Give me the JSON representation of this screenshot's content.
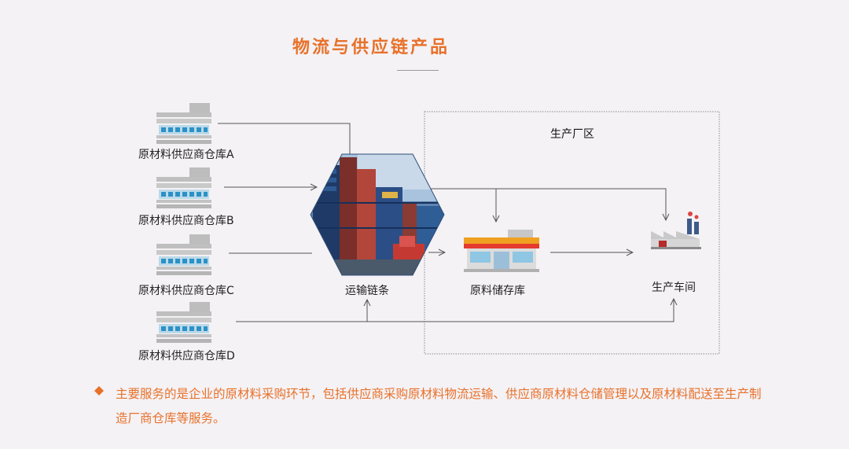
{
  "title": "物流与供应链产品",
  "warehouses": [
    {
      "label": "原材料供应商仓库A"
    },
    {
      "label": "原材料供应商仓库B"
    },
    {
      "label": "原材料供应商仓库C"
    },
    {
      "label": "原材料供应商仓库D"
    }
  ],
  "hub": {
    "label": "运输链条"
  },
  "zone": {
    "label": "生产厂区"
  },
  "storage": {
    "label": "原料储存库"
  },
  "workshop": {
    "label": "生产车间"
  },
  "note": "主要服务的是企业的原材料采购环节，包括供应商采购原材料物流运输、供应商原材料仓储管理以及原材料配送至生产制造厂商仓库等服务。",
  "colors": {
    "accent": "#e8712a",
    "background": "#f4f2f5",
    "line": "#555555"
  },
  "icons": [
    "warehouse-icon",
    "container-port-photo",
    "store-icon",
    "factory-icon",
    "diamond-bullet-icon"
  ]
}
